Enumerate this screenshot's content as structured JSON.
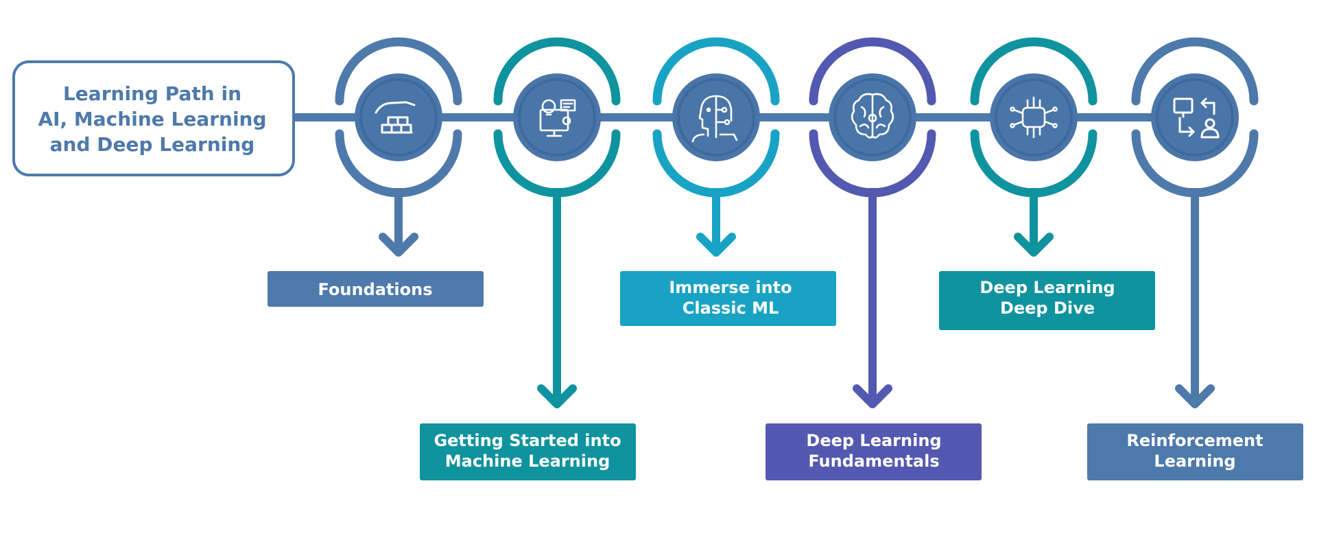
{
  "title": {
    "lines": [
      "Learning Path in",
      "AI, Machine Learning",
      "and Deep Learning"
    ]
  },
  "colors": {
    "steel_blue": "#4e79ab",
    "teal": "#0f939e",
    "cyan": "#18a3c4",
    "indigo": "#5358b0",
    "circle_fill": "#4a75a8",
    "text_white": "#ffffff"
  },
  "steps": [
    {
      "label": [
        "Foundations"
      ],
      "icon": "brick-wall-icon",
      "color": "#4e79ab",
      "row": "upper"
    },
    {
      "label": [
        "Getting Started into",
        "Machine Learning"
      ],
      "icon": "monitor-idea-icon",
      "color": "#0f939e",
      "row": "lower"
    },
    {
      "label": [
        "Immerse into",
        "Classic ML"
      ],
      "icon": "robot-human-head-icon",
      "color": "#18a3c4",
      "row": "upper"
    },
    {
      "label": [
        "Deep Learning",
        "Fundamentals"
      ],
      "icon": "brain-icon",
      "color": "#5358b0",
      "row": "lower"
    },
    {
      "label": [
        "Deep Learning",
        "Deep Dive"
      ],
      "icon": "ai-chip-icon",
      "color": "#0f939e",
      "row": "upper"
    },
    {
      "label": [
        "Reinforcement",
        "Learning"
      ],
      "icon": "agent-feedback-loop-icon",
      "color": "#4e79ab",
      "row": "lower"
    }
  ]
}
